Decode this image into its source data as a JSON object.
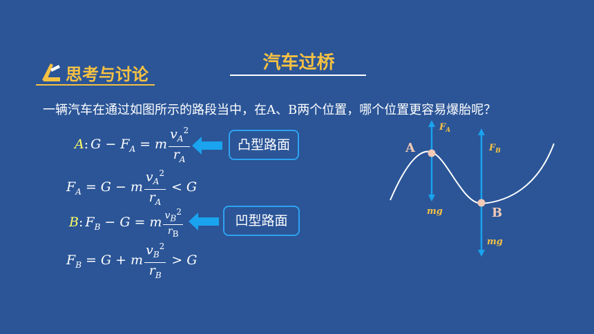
{
  "title": "汽车过桥",
  "section": {
    "label": "思考与讨论",
    "icon": "pencil-ruler-icon"
  },
  "question": "一辆汽车在通过如图所示的路段当中，在A、B两个位置，哪个位置更容易爆胎呢？",
  "formulas": {
    "a_point": "A",
    "b_point": "B",
    "G": "G",
    "F": "F",
    "m": "m",
    "v": "v",
    "r": "r",
    "A": "A",
    "B": "B",
    "sq": "2",
    "colon": ":",
    "minus": "−",
    "plus": "+",
    "eq": "=",
    "lt": "<",
    "gt": ">"
  },
  "boxes": {
    "convex": "凸型路面",
    "concave": "凹型路面"
  },
  "diagram": {
    "point_a": "A",
    "point_b": "B",
    "force_a": "F",
    "force_a_sub": "A",
    "force_b": "F",
    "force_b_sub": "B",
    "gravity_a": "mg",
    "gravity_b": "mg"
  },
  "colors": {
    "background": "#2b5597",
    "accent": "#f6c142",
    "box_border": "#2ea3f2",
    "arrow": "#1aa3ee",
    "point": "#f2c9b5"
  }
}
